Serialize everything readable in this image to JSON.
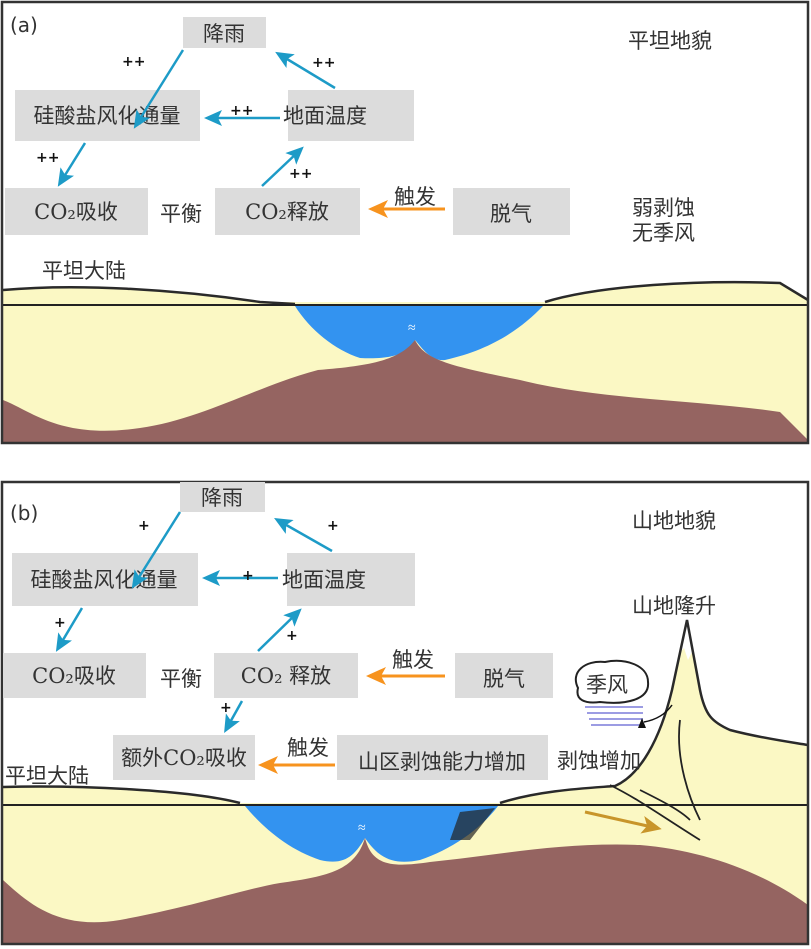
{
  "panel_a": {
    "label": "(a)",
    "rain": "降雨",
    "weathering_flux": "硅酸盐风化通量",
    "surface_temp": "地面温度",
    "co2_uptake": "CO₂吸收",
    "balance": "平衡",
    "co2_release": "CO₂释放",
    "trigger": "触发",
    "degassing": "脱气",
    "landform": "平坦地貌",
    "erosion": "弱剥蚀",
    "monsoon": "无季风",
    "continent": "平坦大陆",
    "sign": "++"
  },
  "panel_b": {
    "label": "(b)",
    "rain": "降雨",
    "weathering_flux": "硅酸盐风化通量",
    "surface_temp": "地面温度",
    "co2_uptake": "CO₂吸收",
    "balance": "平衡",
    "co2_release": "CO₂ 释放",
    "trigger": "触发",
    "degassing": "脱气",
    "extra_uptake": "额外CO₂吸收",
    "trigger2": "触发",
    "mountain_erosion": "山区剥蚀能力增加",
    "landform": "山地地貌",
    "uplift": "山地隆升",
    "monsoon": "季风",
    "erosion_increase": "剥蚀增加",
    "continent": "平坦大陆",
    "sign": "+"
  },
  "colors": {
    "feedback_arrow": "#1d9bc7",
    "trigger_arrow": "#f7931e",
    "sediment": "#fbf8c4",
    "basement": "#956461",
    "ocean": "#3393f0"
  }
}
